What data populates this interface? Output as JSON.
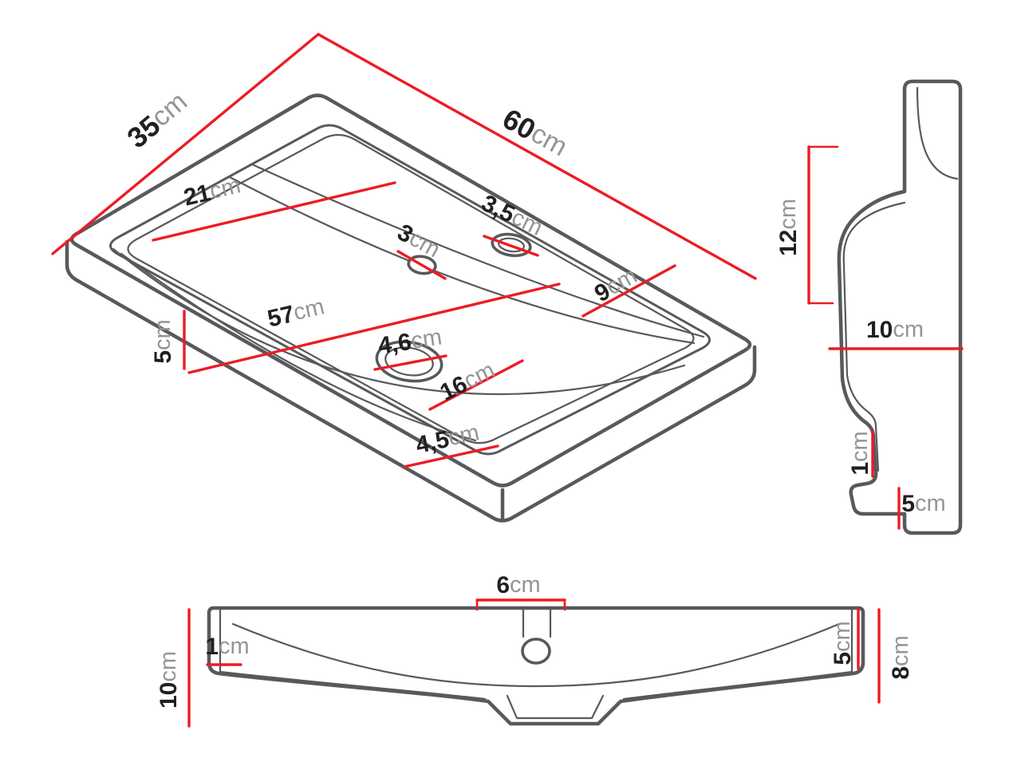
{
  "colors": {
    "background": "#ffffff",
    "outline": "#58595b",
    "dimension_line": "#ec1c24",
    "number_text": "#231f20",
    "unit_text": "#939598"
  },
  "views": {
    "isometric": {
      "dims": [
        {
          "id": "top-depth",
          "value": "35",
          "unit": "cm"
        },
        {
          "id": "top-width",
          "value": "60",
          "unit": "cm"
        },
        {
          "id": "basin-offset",
          "value": "21",
          "unit": "cm"
        },
        {
          "id": "small-hole",
          "value": "3",
          "unit": "cm"
        },
        {
          "id": "overflow-hole",
          "value": "3,5",
          "unit": "cm"
        },
        {
          "id": "overflow-to-edge",
          "value": "9",
          "unit": "cm"
        },
        {
          "id": "basin-width",
          "value": "57",
          "unit": "cm"
        },
        {
          "id": "rim-left",
          "value": "5",
          "unit": "cm"
        },
        {
          "id": "drain-hole",
          "value": "4,6",
          "unit": "cm"
        },
        {
          "id": "drain-to-edge",
          "value": "16",
          "unit": "cm"
        },
        {
          "id": "rim-front",
          "value": "4,5",
          "unit": "cm"
        }
      ]
    },
    "side": {
      "dims": [
        {
          "id": "rim-height",
          "value": "12",
          "unit": "cm"
        },
        {
          "id": "depth",
          "value": "10",
          "unit": "cm"
        },
        {
          "id": "wall",
          "value": "1",
          "unit": "cm"
        },
        {
          "id": "foot",
          "value": "5",
          "unit": "cm"
        }
      ]
    },
    "front": {
      "dims": [
        {
          "id": "faucet-offset",
          "value": "6",
          "unit": "cm"
        },
        {
          "id": "wall-left",
          "value": "1",
          "unit": "cm"
        },
        {
          "id": "height-left",
          "value": "10",
          "unit": "cm"
        },
        {
          "id": "edge-right",
          "value": "5",
          "unit": "cm"
        },
        {
          "id": "height-right",
          "value": "8",
          "unit": "cm"
        }
      ]
    }
  }
}
